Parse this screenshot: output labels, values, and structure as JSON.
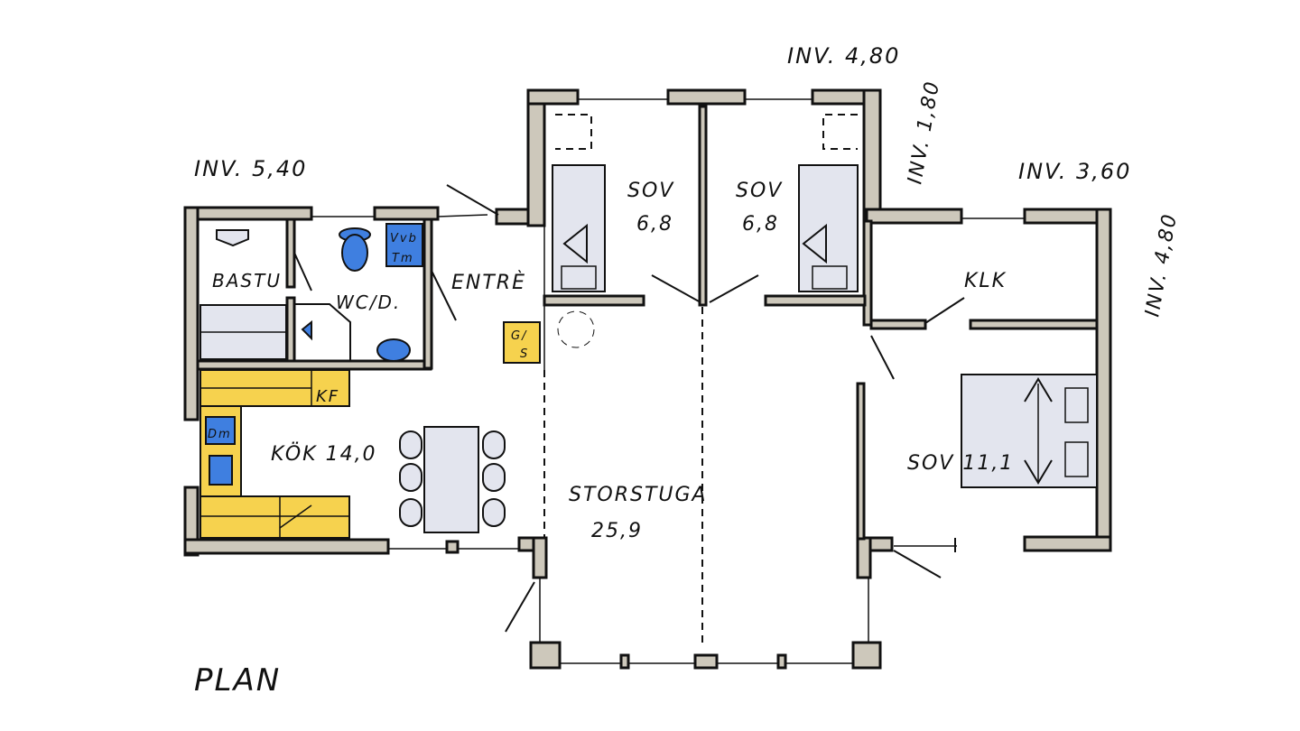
{
  "title": "PLAN",
  "rooms": {
    "bastu": "BASTU",
    "wc": "WC/D.",
    "entre": "ENTRÈ",
    "kok": "KÖK 14,0",
    "sov_left": {
      "name": "SOV",
      "area": "6,8"
    },
    "sov_mid": {
      "name": "SOV",
      "area": "6,8"
    },
    "klk": "KLK",
    "sov_right": "SOV 11,1",
    "storstuga": {
      "name": "STORSTUGA",
      "area": "25,9"
    }
  },
  "fixtures": {
    "vvb": "Vvb",
    "tm": "Tm",
    "gs_top": "G/",
    "gs_bottom": "S",
    "kf": "KF",
    "dm": "Dm"
  },
  "dimensions": {
    "inv_540": "INV. 5,40",
    "inv_480_top": "INV. 4,80",
    "inv_180": "INV. 1,80",
    "inv_360": "INV. 3,60",
    "inv_480_right": "INV. 4,80"
  },
  "colors": {
    "wall": "#cdc8bb",
    "yellow": "#f6d24e",
    "blue": "#3f7fe0",
    "bed": "#e3e5ee"
  }
}
